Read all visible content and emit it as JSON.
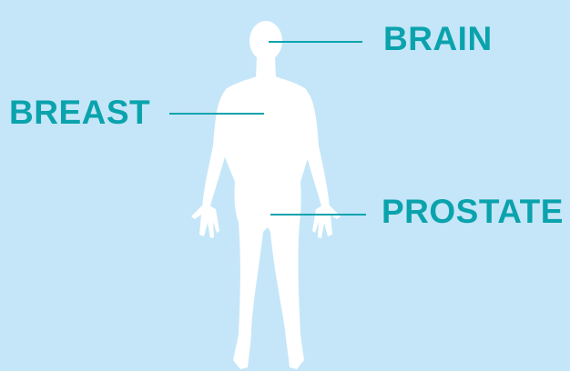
{
  "colors": {
    "background": "#c5e6f8",
    "figure": "#ffffff",
    "label": "#0aa3ad",
    "leader_line": "#0aa3ad"
  },
  "figure": {
    "icon": "human-body-silhouette-icon"
  },
  "labels": {
    "brain": "BRAIN",
    "breast": "BREAST",
    "prostate": "PROSTATE"
  }
}
